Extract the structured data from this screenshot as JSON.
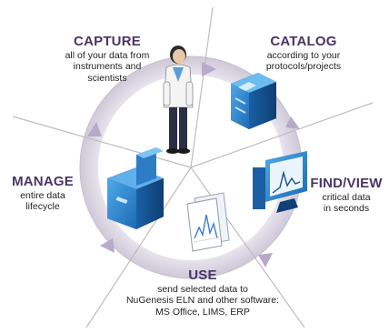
{
  "colors": {
    "title": "#4a3566",
    "ring": "#c9c4d0",
    "divider": "#bcbcbc",
    "accent_arrow": "#6b5b8b"
  },
  "segments": [
    {
      "id": "capture",
      "title": "CAPTURE",
      "lines": [
        "all of your data from",
        "instruments and",
        "scientists"
      ],
      "icon": "scientist-icon"
    },
    {
      "id": "catalog",
      "title": "CATALOG",
      "lines": [
        "according to your",
        "protocols/projects"
      ],
      "icon": "database-icon"
    },
    {
      "id": "find_view",
      "title": "FIND/VIEW",
      "lines": [
        "critical data",
        "in seconds"
      ],
      "icon": "monitor-chart-icon"
    },
    {
      "id": "use",
      "title": "USE",
      "lines": [
        "send selected data to",
        "NuGenesis ELN and other software:",
        "MS Office, LIMS, ERP"
      ],
      "icon": "document-chart-icon"
    },
    {
      "id": "manage",
      "title": "MANAGE",
      "lines": [
        "entire data",
        "lifecycle"
      ],
      "icon": "archive-box-icon"
    }
  ]
}
